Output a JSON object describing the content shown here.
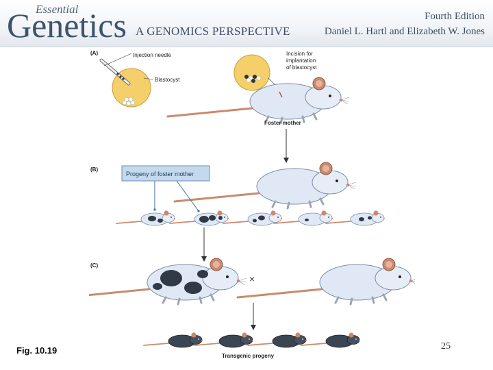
{
  "header": {
    "brand_small": "Essential",
    "brand_big": "Genetics",
    "subtitle": "A GENOMICS PERSPECTIVE",
    "edition": "Fourth Edition",
    "authors": "Daniel L. Hartl and Elizabeth W. Jones"
  },
  "figure": {
    "panel_a": "(A)",
    "panel_b": "(B)",
    "panel_c": "(C)",
    "label_needle": "Injection needle",
    "label_blastocyst": "Blastocyst",
    "label_incision_1": "Incision for",
    "label_incision_2": "implantation",
    "label_incision_3": "of blastocyst",
    "label_foster": "Foster mother",
    "label_progeny_box": "Progeny of foster mother",
    "label_cross": "×",
    "label_transgenic": "Transgenic progeny"
  },
  "caption": "Fig. 10.19",
  "slide_number": "25",
  "colors": {
    "banner_text": "#3f536b",
    "mouse_body": "#dfe8f4",
    "mouse_spot": "#2f3a46",
    "tail": "#c98a6e",
    "blastocyst": "#f5cf6a",
    "progeny_box": "#c4d9ee"
  }
}
